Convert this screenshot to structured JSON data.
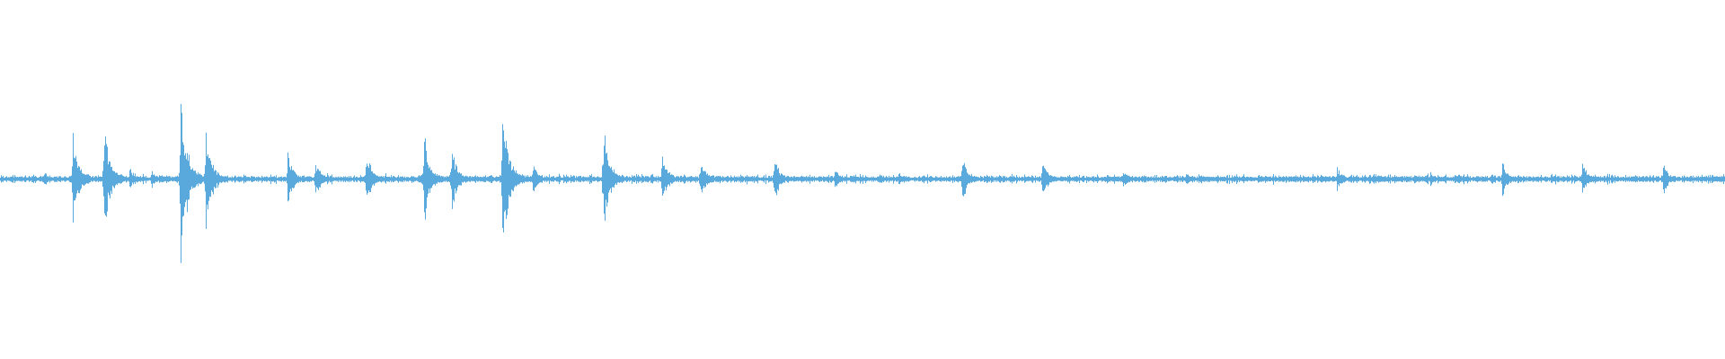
{
  "waveform": {
    "color": "#5aa9dc",
    "background": "#ffffff",
    "baseline_amplitude": 0.012,
    "noise_amplitude": 0.015,
    "transients": [
      {
        "t": 0.0255,
        "amp": 0.04
      },
      {
        "t": 0.042,
        "amp": 0.25
      },
      {
        "t": 0.06,
        "amp": 0.3
      },
      {
        "t": 0.075,
        "amp": 0.06
      },
      {
        "t": 0.088,
        "amp": 0.04
      },
      {
        "t": 0.1045,
        "amp": 0.5
      },
      {
        "t": 0.119,
        "amp": 0.3
      },
      {
        "t": 0.1665,
        "amp": 0.15
      },
      {
        "t": 0.1825,
        "amp": 0.1
      },
      {
        "t": 0.212,
        "amp": 0.17
      },
      {
        "t": 0.2455,
        "amp": 0.25
      },
      {
        "t": 0.2615,
        "amp": 0.18
      },
      {
        "t": 0.291,
        "amp": 0.42
      },
      {
        "t": 0.3085,
        "amp": 0.09
      },
      {
        "t": 0.3495,
        "amp": 0.3
      },
      {
        "t": 0.3835,
        "amp": 0.14
      },
      {
        "t": 0.406,
        "amp": 0.1
      },
      {
        "t": 0.4485,
        "amp": 0.12
      },
      {
        "t": 0.4835,
        "amp": 0.06
      },
      {
        "t": 0.521,
        "amp": 0.03
      },
      {
        "t": 0.5575,
        "amp": 0.13
      },
      {
        "t": 0.604,
        "amp": 0.1
      },
      {
        "t": 0.651,
        "amp": 0.04
      },
      {
        "t": 0.687,
        "amp": 0.04
      },
      {
        "t": 0.729,
        "amp": 0.03
      },
      {
        "t": 0.775,
        "amp": 0.06
      },
      {
        "t": 0.829,
        "amp": 0.04
      },
      {
        "t": 0.8705,
        "amp": 0.09
      },
      {
        "t": 0.917,
        "amp": 0.09
      },
      {
        "t": 0.964,
        "amp": 0.08
      }
    ]
  }
}
